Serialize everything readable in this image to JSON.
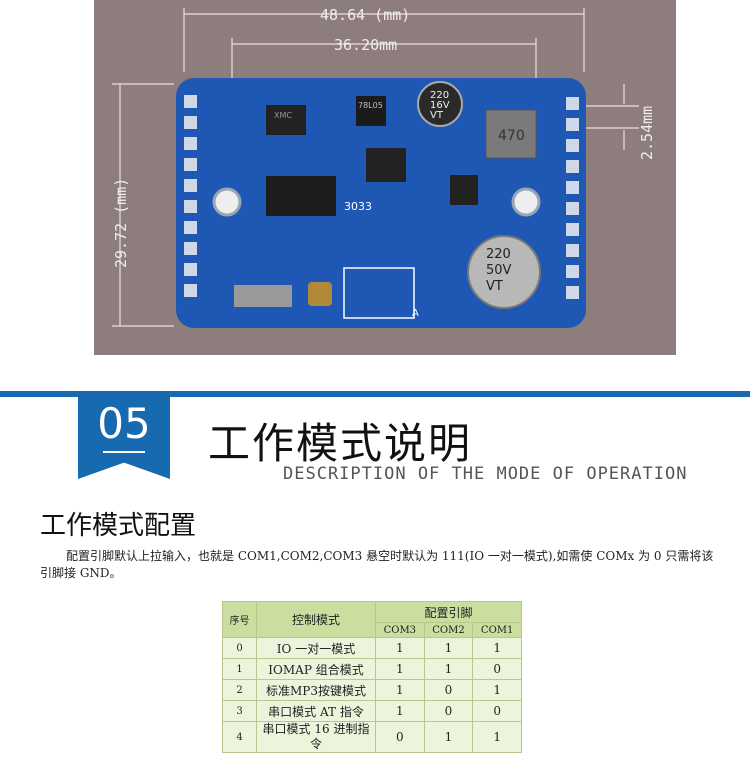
{
  "board": {
    "dim_width": "48.64 (mm)",
    "dim_inner": "36.20mm",
    "dim_height": "29.72 (mm)",
    "dim_pitch": "2.54mm",
    "chip_label": "3033",
    "cap1_text": [
      "220",
      "16V",
      "VT"
    ],
    "cap2_text": [
      "220",
      "50V",
      "VT"
    ],
    "inductor_text": "470",
    "regulator_text": "78L05",
    "xmc_text": "XMC",
    "pin_label": "A"
  },
  "section": {
    "number": "05",
    "title": "工作模式说明",
    "subtitle": "DESCRIPTION OF THE MODE OF OPERATION"
  },
  "subsection": {
    "title": "工作模式配置",
    "paragraph": "配置引脚默认上拉输入，也就是 COM1,COM2,COM3 悬空时默认为 111(IO 一对一模式),如需使 COMx 为 0 只需将该引脚接 GND。"
  },
  "table": {
    "headers": {
      "seq": "序号",
      "mode": "控制模式",
      "pins": "配置引脚"
    },
    "pin_headers": [
      "COM3",
      "COM2",
      "COM1"
    ],
    "rows": [
      {
        "seq": "0",
        "mode": "IO 一对一模式",
        "com3": "1",
        "com2": "1",
        "com1": "1"
      },
      {
        "seq": "1",
        "mode": "IOMAP 组合模式",
        "com3": "1",
        "com2": "1",
        "com1": "0"
      },
      {
        "seq": "2",
        "mode": "标准MP3按键模式",
        "com3": "1",
        "com2": "0",
        "com1": "1"
      },
      {
        "seq": "3",
        "mode": "串口模式 AT 指令",
        "com3": "1",
        "com2": "0",
        "com1": "0"
      },
      {
        "seq": "4",
        "mode": "串口模式 16 进制指令",
        "com3": "0",
        "com2": "1",
        "com1": "1"
      }
    ]
  },
  "colors": {
    "accent": "#1769b0",
    "table_header": "#c9de9f",
    "table_cell": "#ecf4dc",
    "pcb": "#1f57b5"
  }
}
